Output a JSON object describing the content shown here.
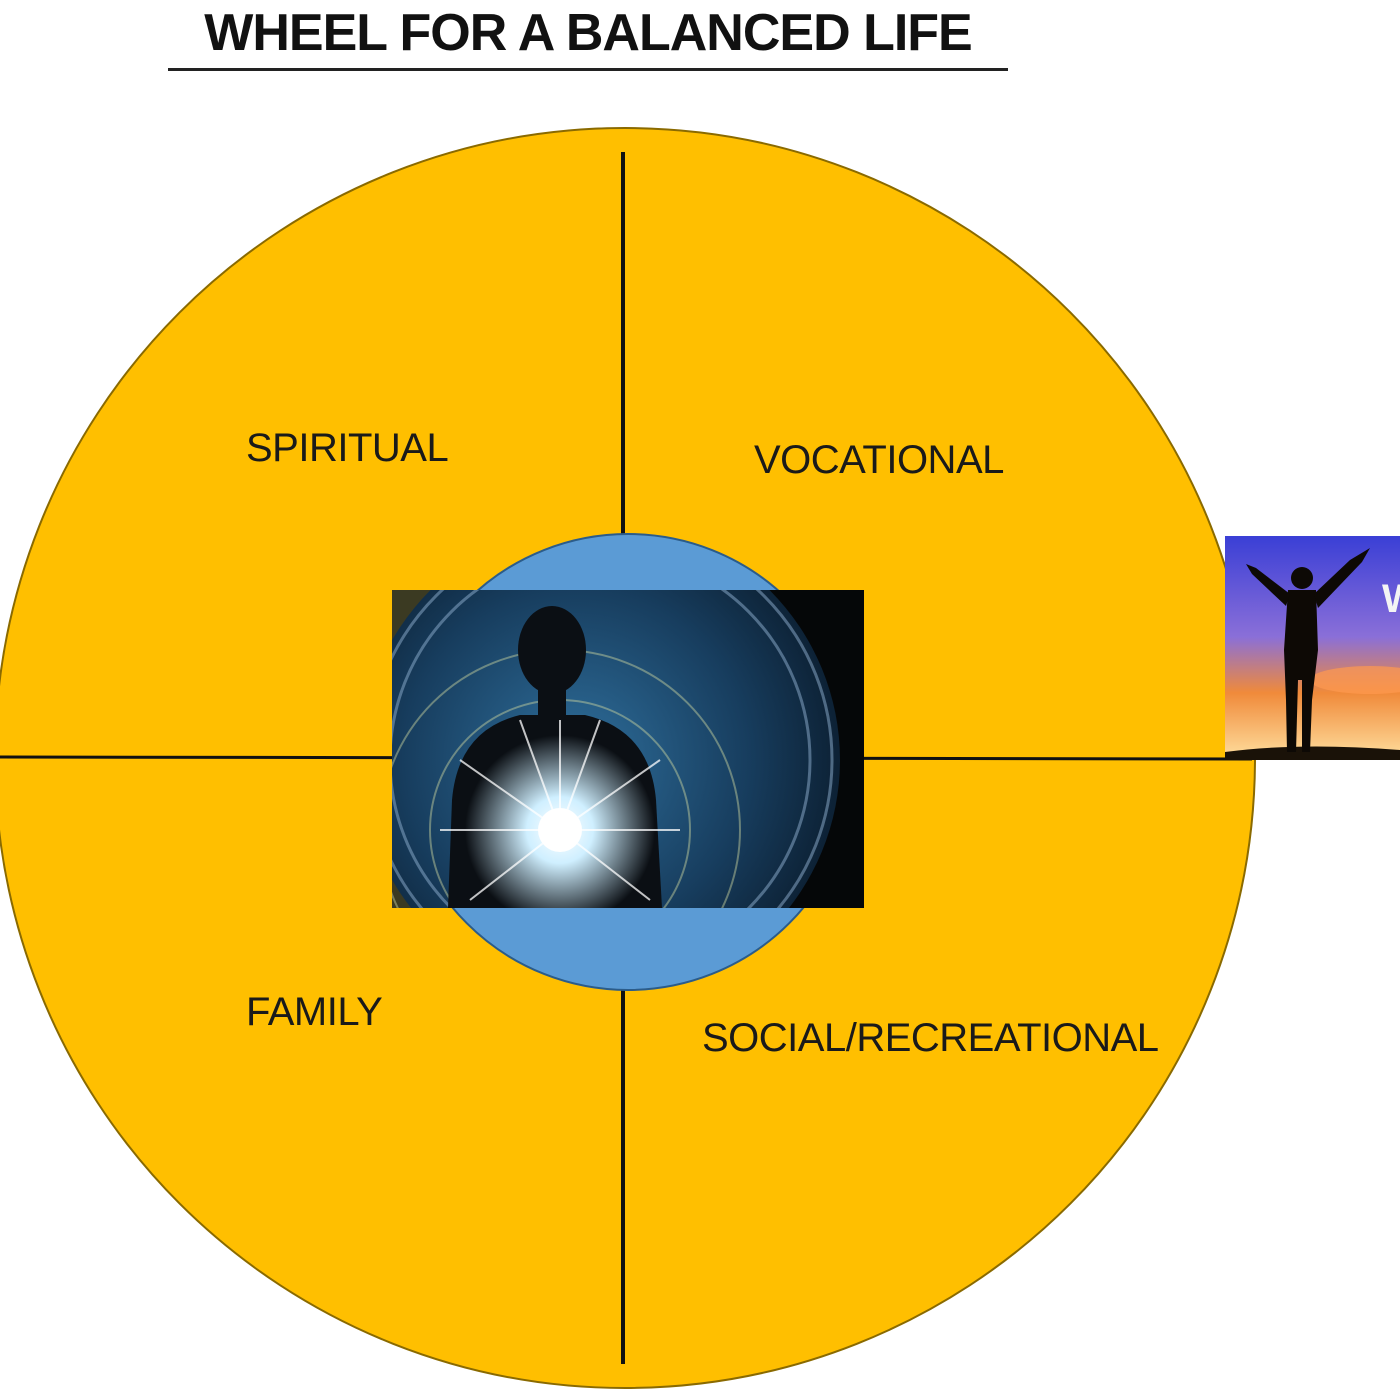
{
  "title": "WHEEL FOR A BALANCED LIFE",
  "sectors": {
    "top_left": "SPIRITUAL",
    "top_right": "VOCATIONAL",
    "bottom_left": "FAMILY",
    "bottom_right": "SOCIAL/RECREATIONAL"
  },
  "colors": {
    "wheel_fill": "#FFBF00",
    "hub_fill": "#5B9BD5",
    "divider": "#111111"
  },
  "images": {
    "center": "glowing-figure-image",
    "side": "raised-arms-silhouette-image"
  }
}
